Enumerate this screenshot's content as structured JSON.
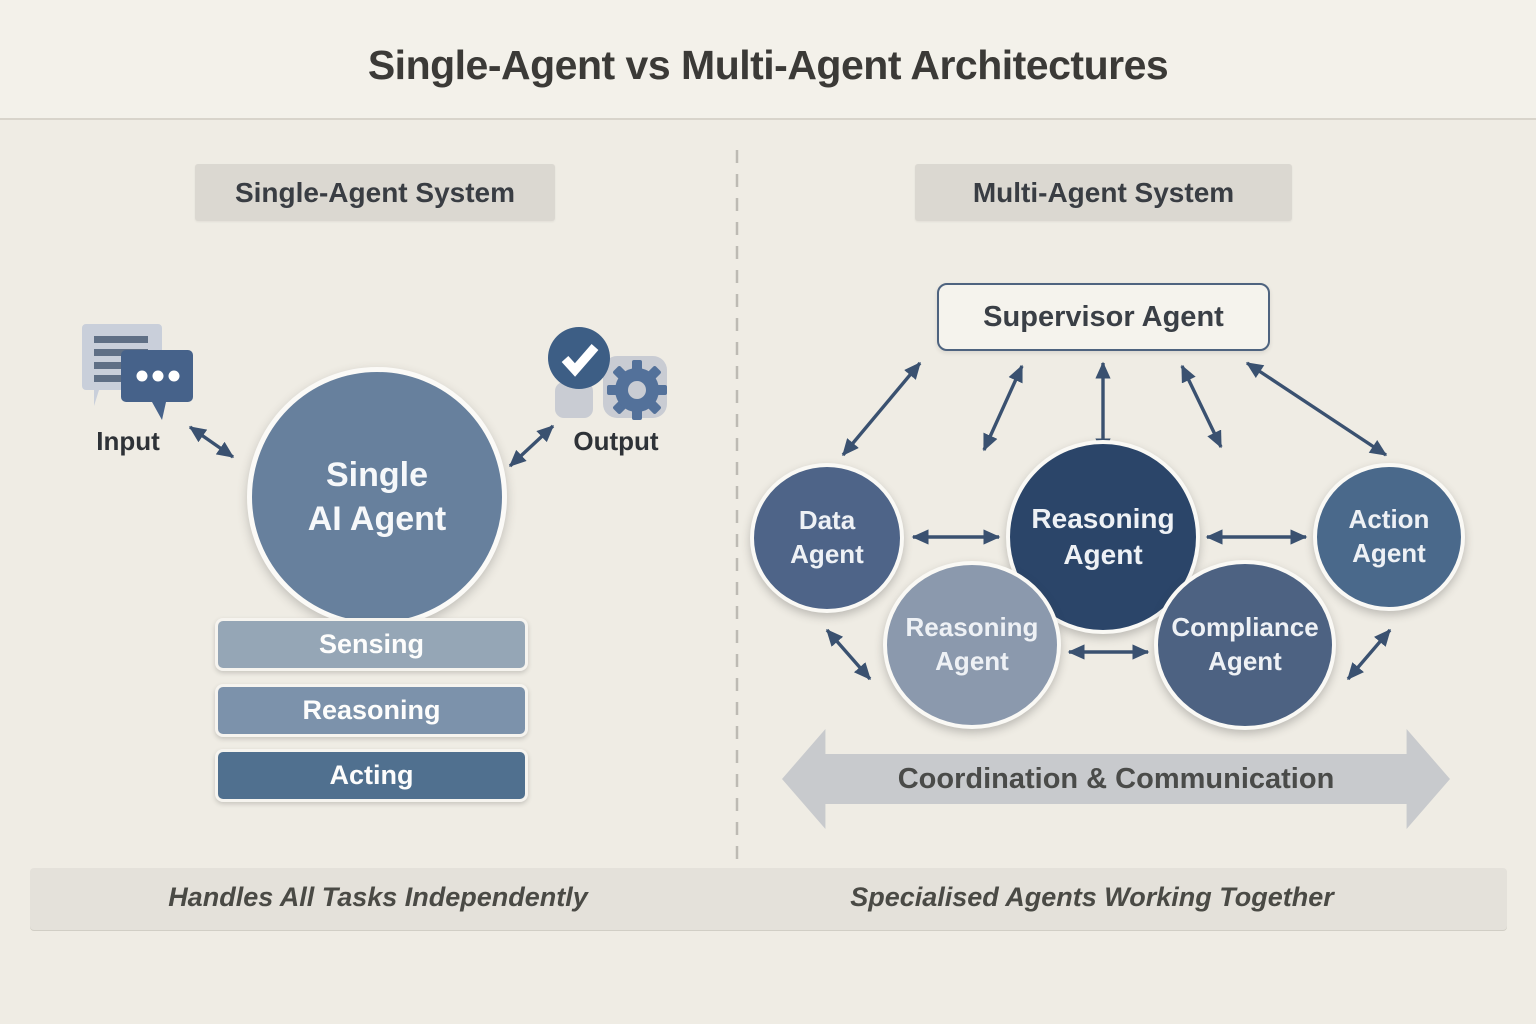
{
  "title": "Single-Agent vs Multi-Agent Architectures",
  "left_panel": {
    "header": "Single-Agent System",
    "input_label": "Input",
    "output_label": "Output",
    "agent_label": "Single\nAI Agent",
    "capabilities": [
      "Sensing",
      "Reasoning",
      "Acting"
    ],
    "caption": "Handles All Tasks Independently"
  },
  "right_panel": {
    "header": "Multi-Agent System",
    "supervisor_label": "Supervisor Agent",
    "agents": [
      {
        "id": "data-agent",
        "label": "Data\nAgent"
      },
      {
        "id": "reasoning-agent-top",
        "label": "Reasoning\nAgent"
      },
      {
        "id": "action-agent",
        "label": "Action\nAgent"
      },
      {
        "id": "reasoning-agent-bottom",
        "label": "Reasoning\nAgent"
      },
      {
        "id": "compliance-agent",
        "label": "Compliance\nAgent"
      }
    ],
    "banner": "Coordination & Communication",
    "caption": "Specialised Agents Working Together"
  },
  "icons": {
    "input": "chat-bubbles-icon",
    "output_check": "check-circle-icon",
    "output_gear": "gear-icon"
  },
  "colors": {
    "background": "#efece4",
    "title_band": "#f3f1ea",
    "header_box": "#dbd8d1",
    "caption_band": "#e4e1da",
    "single_agent_circle": "#67809d",
    "sensing_box": "#95a6b6",
    "reasoning_box": "#7c92ab",
    "acting_box": "#50708f",
    "data_agent": "#4e6488",
    "reasoning_agent_top": "#2b4569",
    "action_agent": "#4a698b",
    "reasoning_agent_bottom": "#8b99ad",
    "compliance_agent": "#4d6282",
    "arrow": "#3a5170",
    "coordination_banner": "#c8cacd",
    "supervisor_border": "#4e637f"
  }
}
